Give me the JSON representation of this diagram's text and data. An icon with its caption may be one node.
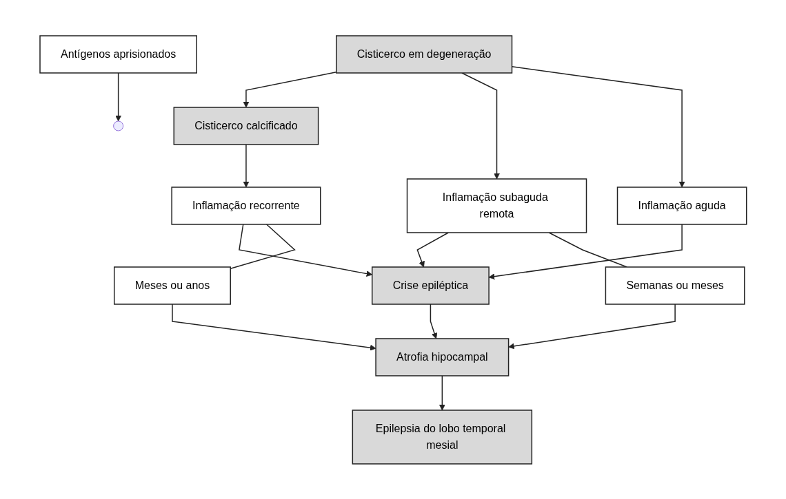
{
  "diagram": {
    "nodes": [
      {
        "text": [
          "Cisticerco em degeneração"
        ]
      },
      {
        "text": [
          "Cisticerco calcificado"
        ]
      },
      {
        "text": [
          "Inflamação subaguda remota"
        ]
      },
      {
        "text": [
          "Inflamação aguda"
        ]
      },
      {
        "text": [
          "Antígenos aprisionados"
        ]
      },
      {
        "text": [
          "Inflamação recorrente"
        ]
      },
      {
        "text": [
          "Semanas ou meses"
        ]
      },
      {
        "text": [
          "Crise epiléptica"
        ]
      },
      {
        "text": [
          "Epilepsia do lobo temporal mesial"
        ]
      },
      {
        "text": [
          "Meses ou anos"
        ]
      },
      {
        "text": [
          "Atrofia hipocampal"
        ]
      }
    ],
    "edges": [
      {
        "from": 0,
        "to": 1,
        "arrow": "to"
      },
      {
        "from": 0,
        "to": 2,
        "arrow": "to"
      },
      {
        "from": 0,
        "to": 3,
        "arrow": "to"
      },
      {
        "from": 4,
        "to": null,
        "arrow": "to"
      },
      {
        "from": 1,
        "to": 5,
        "arrow": "to"
      },
      {
        "from": 2,
        "to": 7,
        "arrow": "to"
      },
      {
        "from": 3,
        "to": 7,
        "arrow": "to"
      },
      {
        "from": 5,
        "to": 7,
        "arrow": "to"
      },
      {
        "from": 5,
        "to": 9,
        "arrow": "none"
      },
      {
        "from": 9,
        "to": 10,
        "arrow": "to"
      },
      {
        "from": 2,
        "to": 6,
        "arrow": "none"
      },
      {
        "from": 6,
        "to": 10,
        "arrow": "to"
      },
      {
        "from": 7,
        "to": 10,
        "arrow": "to"
      },
      {
        "from": 10,
        "to": 8,
        "arrow": "to"
      }
    ]
  }
}
